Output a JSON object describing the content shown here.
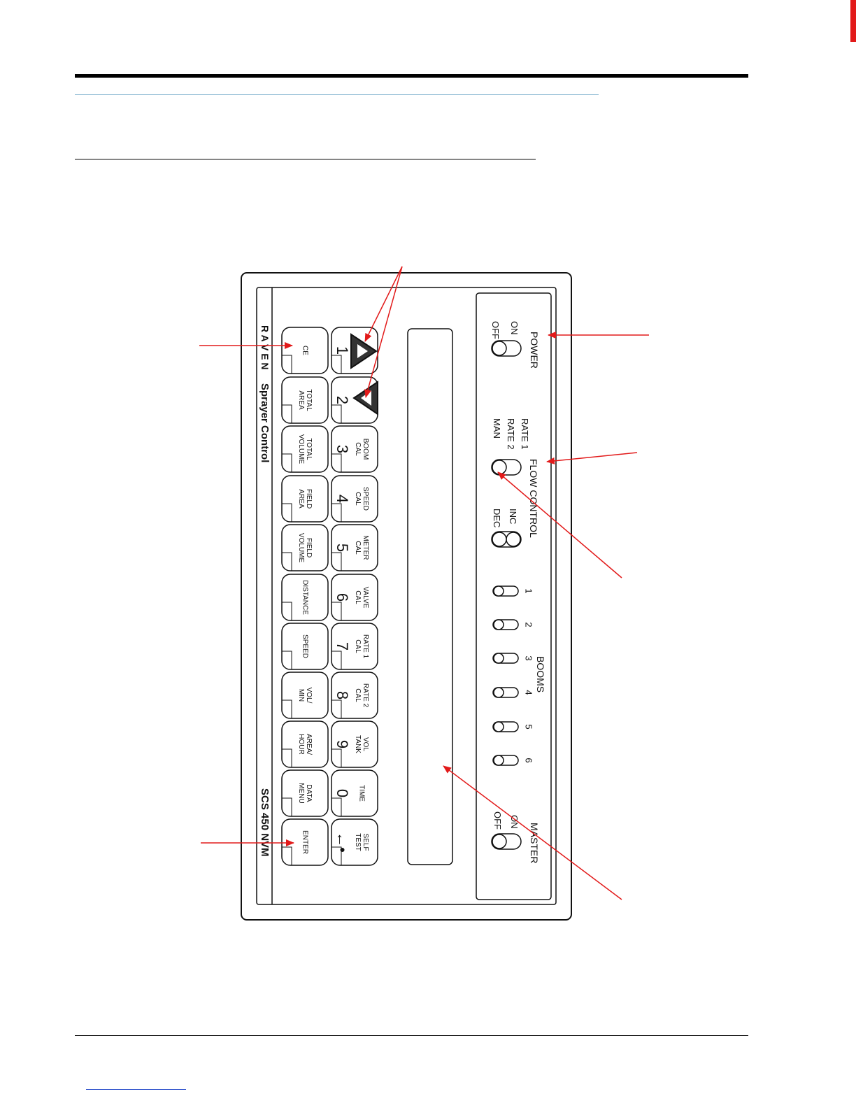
{
  "panel": {
    "brand": "R A V E N",
    "product": "Sprayer Control",
    "model": "SCS 450 NVM"
  },
  "keypad": {
    "left_column": [
      "CE",
      "TOTAL\nAREA",
      "TOTAL\nVOLUME",
      "FIELD\nAREA",
      "FIELD\nVOLUME",
      "DISTANCE",
      "SPEED",
      "VOL/\nMIN",
      "AREA/\nHOUR",
      "DATA\nMENU",
      "ENTER"
    ],
    "right_column": [
      {
        "digit": "1",
        "label": ""
      },
      {
        "digit": "2",
        "label": ""
      },
      {
        "digit": "3",
        "label": "BOOM\nCAL"
      },
      {
        "digit": "4",
        "label": "SPEED\nCAL"
      },
      {
        "digit": "5",
        "label": "METER\nCAL"
      },
      {
        "digit": "6",
        "label": "VALVE\nCAL"
      },
      {
        "digit": "7",
        "label": "RATE 1\nCAL"
      },
      {
        "digit": "8",
        "label": "RATE 2\nCAL"
      },
      {
        "digit": "9",
        "label": "VOL\nTANK"
      },
      {
        "digit": "0",
        "label": "TIME"
      },
      {
        "digit": "←•",
        "label": "SELF\nTEST"
      }
    ]
  },
  "switches": {
    "power": {
      "title": "POWER",
      "on": "ON",
      "off": "OFF"
    },
    "flow_control": {
      "title": "FLOW CONTROL",
      "rate1": "RATE 1",
      "rate2": "RATE 2",
      "man": "MAN",
      "inc": "INC",
      "dec": "DEC"
    },
    "booms": {
      "title": "BOOMS",
      "numbers": [
        "1",
        "2",
        "3",
        "4",
        "5",
        "6"
      ]
    },
    "master": {
      "title": "MASTER",
      "on": "ON",
      "off": "OFF"
    }
  },
  "colors": {
    "arrow": "#e21a1a",
    "rule_blue": "#6fa8c8",
    "line": "#111111"
  }
}
